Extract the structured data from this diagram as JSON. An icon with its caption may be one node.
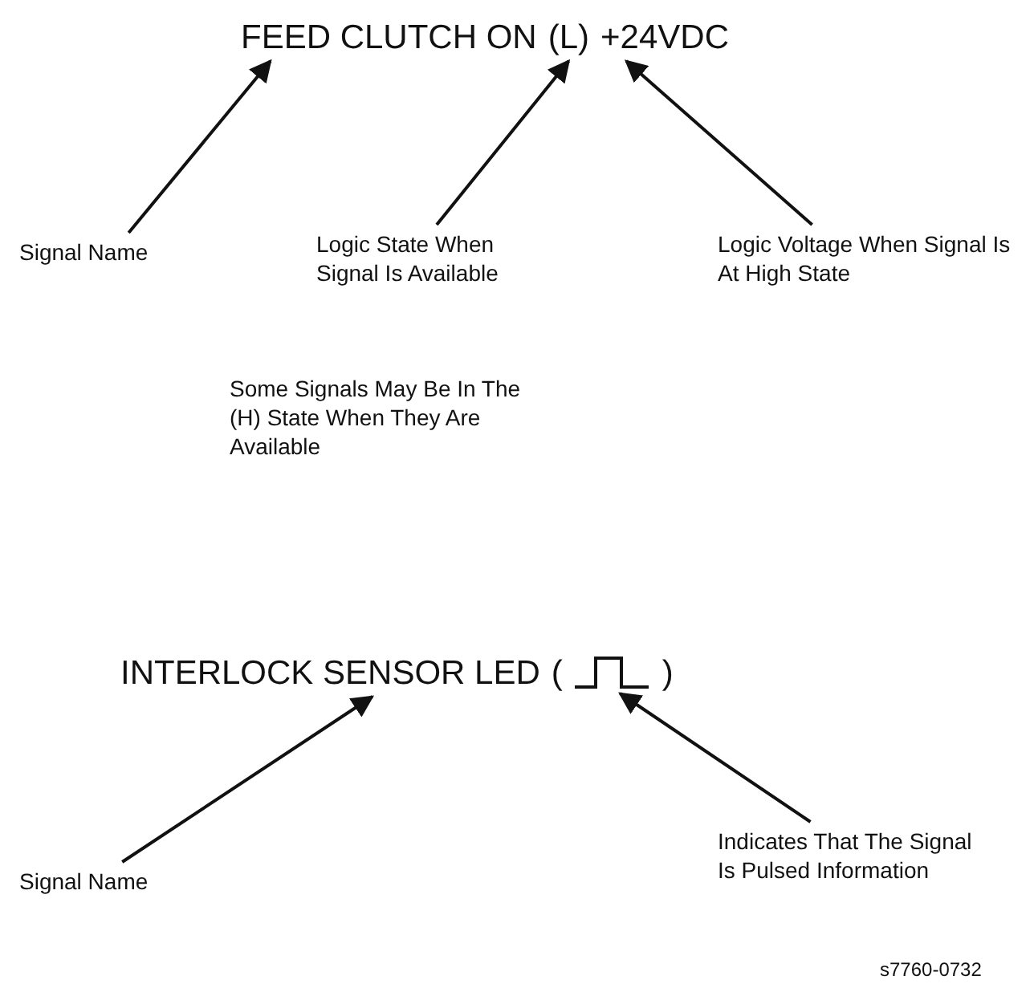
{
  "diagram": {
    "nodes": [
      {
        "text": [
          "FEED CLUTCH ON"
        ]
      },
      {
        "text": [
          "(L)"
        ]
      },
      {
        "text": [
          "+24VDC"
        ]
      },
      {
        "text": [
          "Signal Name"
        ]
      },
      {
        "text": [
          "Logic State When Signal Is Available"
        ]
      },
      {
        "text": [
          "Logic Voltage When Signal Is At High State"
        ]
      },
      {
        "text": [
          "INTERLOCK SENSOR LED"
        ]
      },
      {
        "text": [],
        "shape": "waveform"
      },
      {
        "text": [
          "Signal Name"
        ]
      },
      {
        "text": [
          "Indicates That The Signal Is Pulsed Information"
        ]
      }
    ],
    "edges": [
      {
        "from": 3,
        "to": 0,
        "arrow": "to"
      },
      {
        "from": 4,
        "to": 1,
        "arrow": "to"
      },
      {
        "from": 5,
        "to": 2,
        "arrow": "to"
      },
      {
        "from": 8,
        "to": 6,
        "arrow": "to"
      },
      {
        "from": 9,
        "to": 7,
        "arrow": "to"
      }
    ],
    "labels": [
      "Some Signals May Be In The (H) State When They Are Available",
      "(",
      ")",
      "s7760-0732"
    ]
  }
}
